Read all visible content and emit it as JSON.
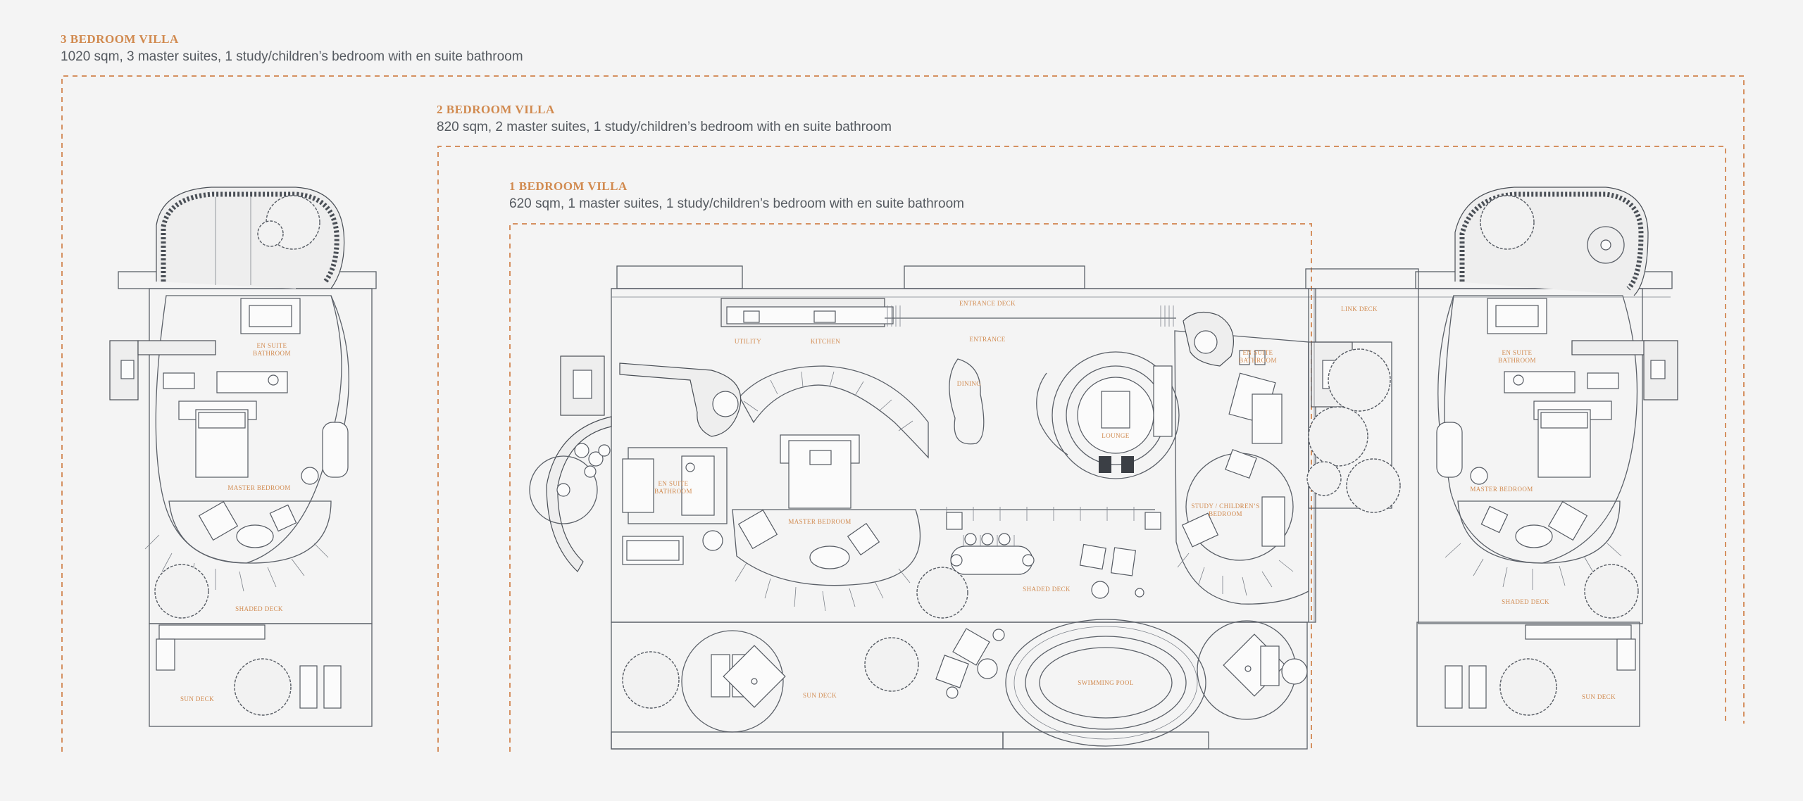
{
  "villas": [
    {
      "title": "3 BEDROOM VILLA",
      "description": "1020 sqm, 3 master suites, 1 study/children’s bedroom with en suite bathroom"
    },
    {
      "title": "2 BEDROOM VILLA",
      "description": "820 sqm, 2 master suites, 1 study/children’s bedroom with en suite bathroom"
    },
    {
      "title": "1 BEDROOM VILLA",
      "description": "620 sqm, 1 master suites, 1 study/children’s bedroom with en suite bathroom"
    }
  ],
  "rooms": {
    "left_en_suite": [
      "EN SUITE",
      "BATHROOM"
    ],
    "left_master": "MASTER BEDROOM",
    "left_shaded": "SHADED DECK",
    "left_sun": "SUN DECK",
    "entrance_deck": "ENTRANCE DECK",
    "utility": "UTILITY",
    "kitchen": "KITCHEN",
    "entrance": "ENTRANCE",
    "dining": "DINING",
    "lounge": "LOUNGE",
    "center_en_suite": [
      "EN SUITE",
      "BATHROOM"
    ],
    "center_master": "MASTER BEDROOM",
    "right_en_suite": [
      "EN SUITE",
      "BATHROOM"
    ],
    "study": [
      "STUDY / CHILDREN’S",
      "BEDROOM"
    ],
    "center_shaded": "SHADED DECK",
    "center_sun": "SUN DECK",
    "pool": "SWIMMING POOL",
    "link_deck": "LINK DECK",
    "far_right_en_suite": [
      "EN SUITE",
      "BATHROOM"
    ],
    "far_right_master": "MASTER BEDROOM",
    "far_right_shaded": "SHADED DECK",
    "far_right_sun": "SUN DECK"
  }
}
